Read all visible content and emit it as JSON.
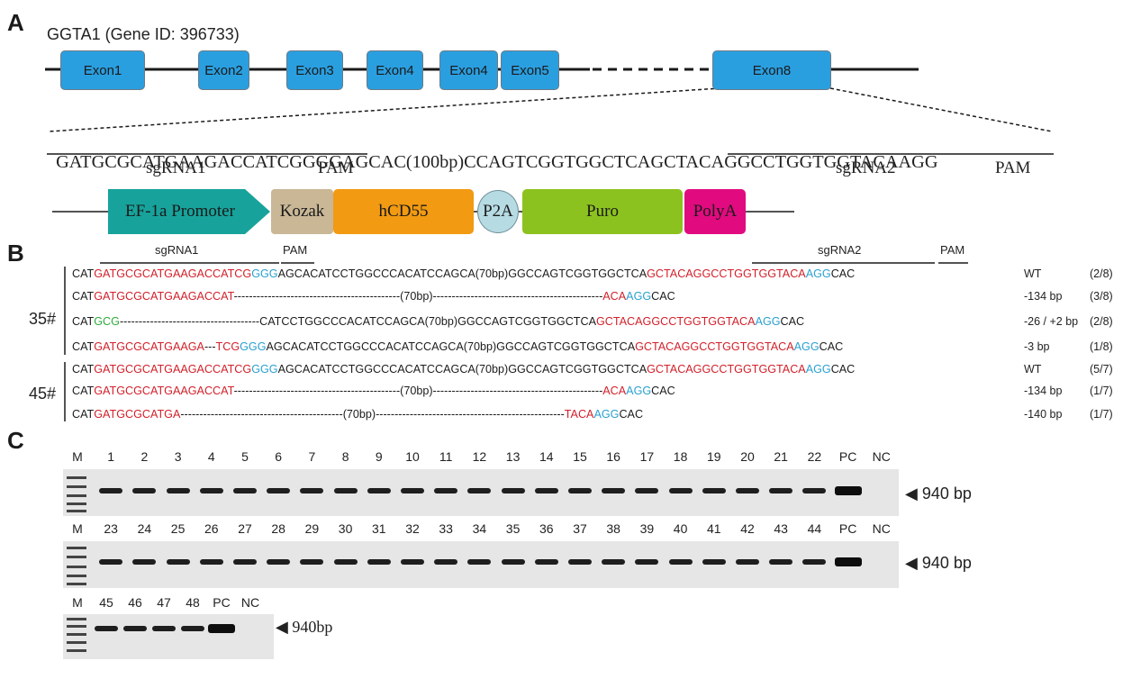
{
  "panels": {
    "a": "A",
    "b": "B",
    "c": "C"
  },
  "gene_title": "GGTA1 (Gene ID: 396733)",
  "exons": [
    "Exon1",
    "Exon2",
    "Exon3",
    "Exon4",
    "Exon4",
    "Exon5",
    "Exon8"
  ],
  "target_sequence": {
    "part1": "GATGCGCATGAAGACCATCG",
    "part2": "GGG",
    "middle": "AGCAC(100bp)CCAGTCGGTGGCTCA",
    "part3": "GCTACAGGCCTGGTGGTACA",
    "part4": "AGG",
    "sgrna1": "sgRNA1",
    "pam1": "PAM",
    "sgrna2": "sgRNA2",
    "pam2": "PAM"
  },
  "construct": [
    "EF-1a Promoter",
    "Kozak",
    "hCD55",
    "P2A",
    "Puro",
    "PolyA"
  ],
  "alignment": {
    "header_sgrna1": "sgRNA1",
    "header_pam1": "PAM",
    "header_sgrna2": "sgRNA2",
    "header_pam2": "PAM",
    "clone35": "35#",
    "clone45": "45#",
    "rows": [
      {
        "segs": [
          [
            "CAT",
            ""
          ],
          [
            "GATGCGCATGAAGACCATCG",
            "red"
          ],
          [
            "GGG",
            "blue"
          ],
          [
            "AGCACATCCTGGCCCACATCCAGCA(70bp)GGCCAGTCGGTGGCTCA",
            ""
          ],
          [
            "GCTACAGGCCTGGTGGTACA",
            "red"
          ],
          [
            "AGG",
            "blue"
          ],
          [
            "CAC",
            ""
          ]
        ],
        "label": "WT",
        "ratio": "(2/8)"
      },
      {
        "segs": [
          [
            "CAT",
            ""
          ],
          [
            "GATGCGCATGAAGACCAT",
            "red"
          ],
          [
            "--------------------------------------------(70bp)---------------------------------------------",
            ""
          ],
          [
            "ACA",
            "red"
          ],
          [
            "AGG",
            "blue"
          ],
          [
            "CAC",
            ""
          ]
        ],
        "label": "-134 bp",
        "ratio": "(3/8)"
      },
      {
        "segs": [
          [
            "CAT",
            ""
          ],
          [
            "GCG",
            "green"
          ],
          [
            "-------------------------------------CATCCTGGCCCACATCCAGCA(70bp)GGCCAGTCGGTGGCTCA",
            ""
          ],
          [
            "GCTACAGGCCTGGTGGTACA",
            "red"
          ],
          [
            "AGG",
            "blue"
          ],
          [
            "CAC",
            ""
          ]
        ],
        "label": "-26 / +2 bp",
        "ratio": "(2/8)"
      },
      {
        "segs": [
          [
            "CAT",
            ""
          ],
          [
            "GATGCGCATGAAGA",
            "red"
          ],
          [
            "---",
            ""
          ],
          [
            "TCG",
            "red"
          ],
          [
            "GGG",
            "blue"
          ],
          [
            "AGCACATCCTGGCCCACATCCAGCA(70bp)GGCCAGTCGGTGGCTCA",
            ""
          ],
          [
            "GCTACAGGCCTGGTGGTACA",
            "red"
          ],
          [
            "AGG",
            "blue"
          ],
          [
            "CAC",
            ""
          ]
        ],
        "label": "-3 bp",
        "ratio": "(1/8)"
      },
      {
        "segs": [
          [
            "CAT",
            ""
          ],
          [
            "GATGCGCATGAAGACCATCG",
            "red"
          ],
          [
            "GGG",
            "blue"
          ],
          [
            "AGCACATCCTGGCCCACATCCAGCA(70bp)GGCCAGTCGGTGGCTCA",
            ""
          ],
          [
            "GCTACAGGCCTGGTGGTACA",
            "red"
          ],
          [
            "AGG",
            "blue"
          ],
          [
            "CAC",
            ""
          ]
        ],
        "label": "WT",
        "ratio": "(5/7)"
      },
      {
        "segs": [
          [
            "CAT",
            ""
          ],
          [
            "GATGCGCATGAAGACCAT",
            "red"
          ],
          [
            "--------------------------------------------(70bp)---------------------------------------------",
            ""
          ],
          [
            "ACA",
            "red"
          ],
          [
            "AGG",
            "blue"
          ],
          [
            "CAC",
            ""
          ]
        ],
        "label": "-134 bp",
        "ratio": "(1/7)"
      },
      {
        "segs": [
          [
            "CAT",
            ""
          ],
          [
            "GATGCGCATGA",
            "red"
          ],
          [
            "-------------------------------------------(70bp)--------------------------------------------------",
            ""
          ],
          [
            "TACA",
            "red"
          ],
          [
            "AGG",
            "blue"
          ],
          [
            "CAC",
            ""
          ]
        ],
        "label": "-140 bp",
        "ratio": "(1/7)"
      }
    ]
  },
  "gels": {
    "gel1_lanes": [
      "M",
      "1",
      "2",
      "3",
      "4",
      "5",
      "6",
      "7",
      "8",
      "9",
      "10",
      "11",
      "12",
      "13",
      "14",
      "15",
      "16",
      "17",
      "18",
      "19",
      "20",
      "21",
      "22",
      "PC",
      "NC"
    ],
    "gel2_lanes": [
      "M",
      "23",
      "24",
      "25",
      "26",
      "27",
      "28",
      "29",
      "30",
      "31",
      "32",
      "33",
      "34",
      "35",
      "36",
      "37",
      "38",
      "39",
      "40",
      "41",
      "42",
      "43",
      "44",
      "PC",
      "NC"
    ],
    "gel3_lanes": [
      "M",
      "45",
      "46",
      "47",
      "48",
      "PC",
      "NC"
    ],
    "size1": "940 bp",
    "size2": "940 bp",
    "size3": "940bp"
  }
}
